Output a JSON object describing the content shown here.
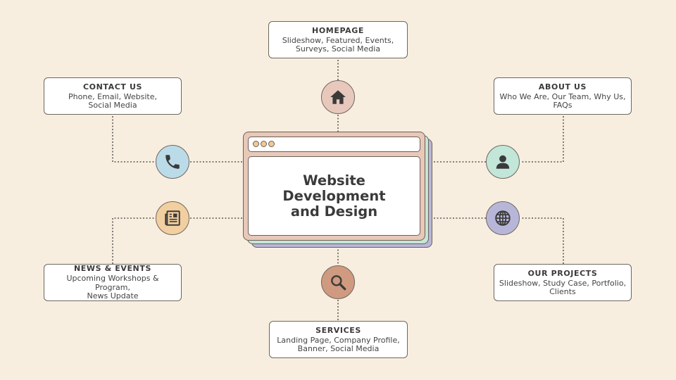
{
  "center": {
    "title": "Website\nDevelopment\nand Design"
  },
  "nodes": [
    {
      "id": "homepage",
      "title": "HOMEPAGE",
      "desc": "Slideshow, Featured, Events,\nSurveys, Social Media",
      "icon": "home-icon",
      "icon_color": "#e8c8bc"
    },
    {
      "id": "contact",
      "title": "CONTACT US",
      "desc": "Phone, Email, Website,\nSocial Media",
      "icon": "phone-icon",
      "icon_color": "#bcdbe8"
    },
    {
      "id": "about",
      "title": "ABOUT US",
      "desc": "Who We Are, Our Team, Why Us,\nFAQs",
      "icon": "user-icon",
      "icon_color": "#c2e6d8"
    },
    {
      "id": "news",
      "title": "NEWS & EVENTS",
      "desc": "Upcoming Workshops & Program,\nNews Update",
      "icon": "newspaper-icon",
      "icon_color": "#f2cfa0"
    },
    {
      "id": "projects",
      "title": "OUR PROJECTS",
      "desc": "Slideshow, Study Case, Portfolio,\nClients",
      "icon": "globe-icon",
      "icon_color": "#b8b6d8"
    },
    {
      "id": "services",
      "title": "SERVICES",
      "desc": "Landing Page, Company Profile,\nBanner, Social Media",
      "icon": "search-icon",
      "icon_color": "#cf9a80"
    }
  ],
  "colors": {
    "background": "#f8eedf",
    "window_outer": "#e8c8b8",
    "window_layer_green": "#c5e6d4",
    "window_layer_purple": "#b9b7d9",
    "icon_dark": "#3a3a3a"
  }
}
